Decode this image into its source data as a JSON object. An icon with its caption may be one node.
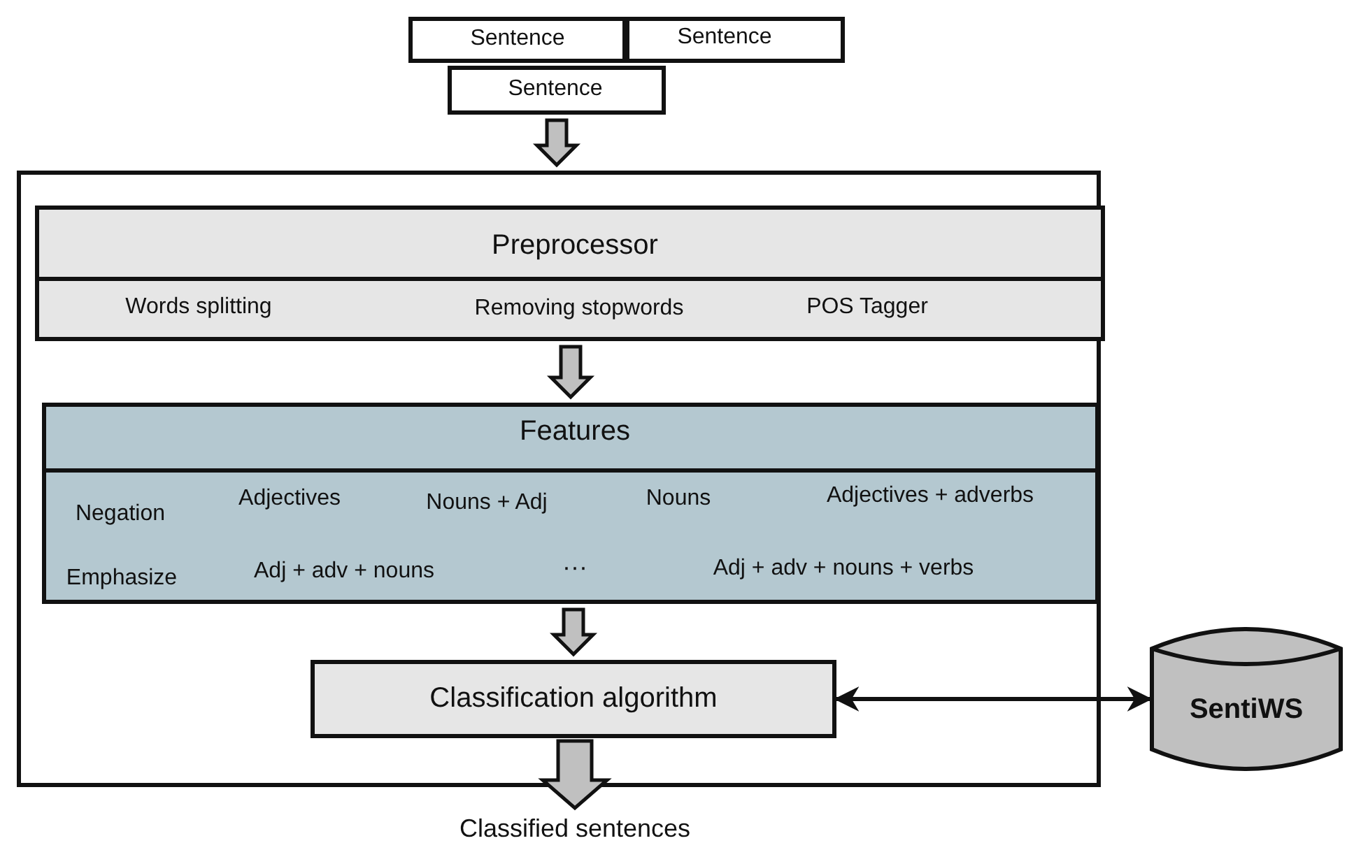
{
  "diagram": {
    "nodes": [
      {
        "text": [
          "Sentence"
        ]
      },
      {
        "text": [
          "Sentence"
        ]
      },
      {
        "text": [
          "Sentence"
        ]
      },
      {
        "text": [],
        "shape": "box"
      },
      {
        "text": [
          "Preprocessor",
          "Words splitting",
          "Removing stopwords",
          "POS Tagger"
        ],
        "in": 3
      },
      {
        "text": [
          "Features",
          "Negation",
          "Adjectives",
          "Nouns + Adj",
          "Nouns",
          "Adjectives + adverbs",
          "Emphasize",
          "Adj + adv + nouns",
          "···",
          "Adj + adv + nouns + verbs"
        ],
        "in": 3
      },
      {
        "text": [
          "Classification algorithm"
        ],
        "in": 3
      },
      {
        "text": [
          "SentiWS"
        ]
      },
      {
        "text": [
          "Classified sentences"
        ]
      }
    ],
    "edges": [
      {
        "from": 2,
        "to": 3,
        "arrow": "to",
        "style": "thick"
      },
      {
        "from": 4,
        "to": 5,
        "arrow": "to",
        "style": "thick"
      },
      {
        "from": 5,
        "to": 6,
        "arrow": "to",
        "style": "thick"
      },
      {
        "from": 6,
        "to": 8,
        "arrow": "to",
        "style": "thick"
      },
      {
        "from": 6,
        "to": 7,
        "arrow": "both"
      }
    ]
  }
}
